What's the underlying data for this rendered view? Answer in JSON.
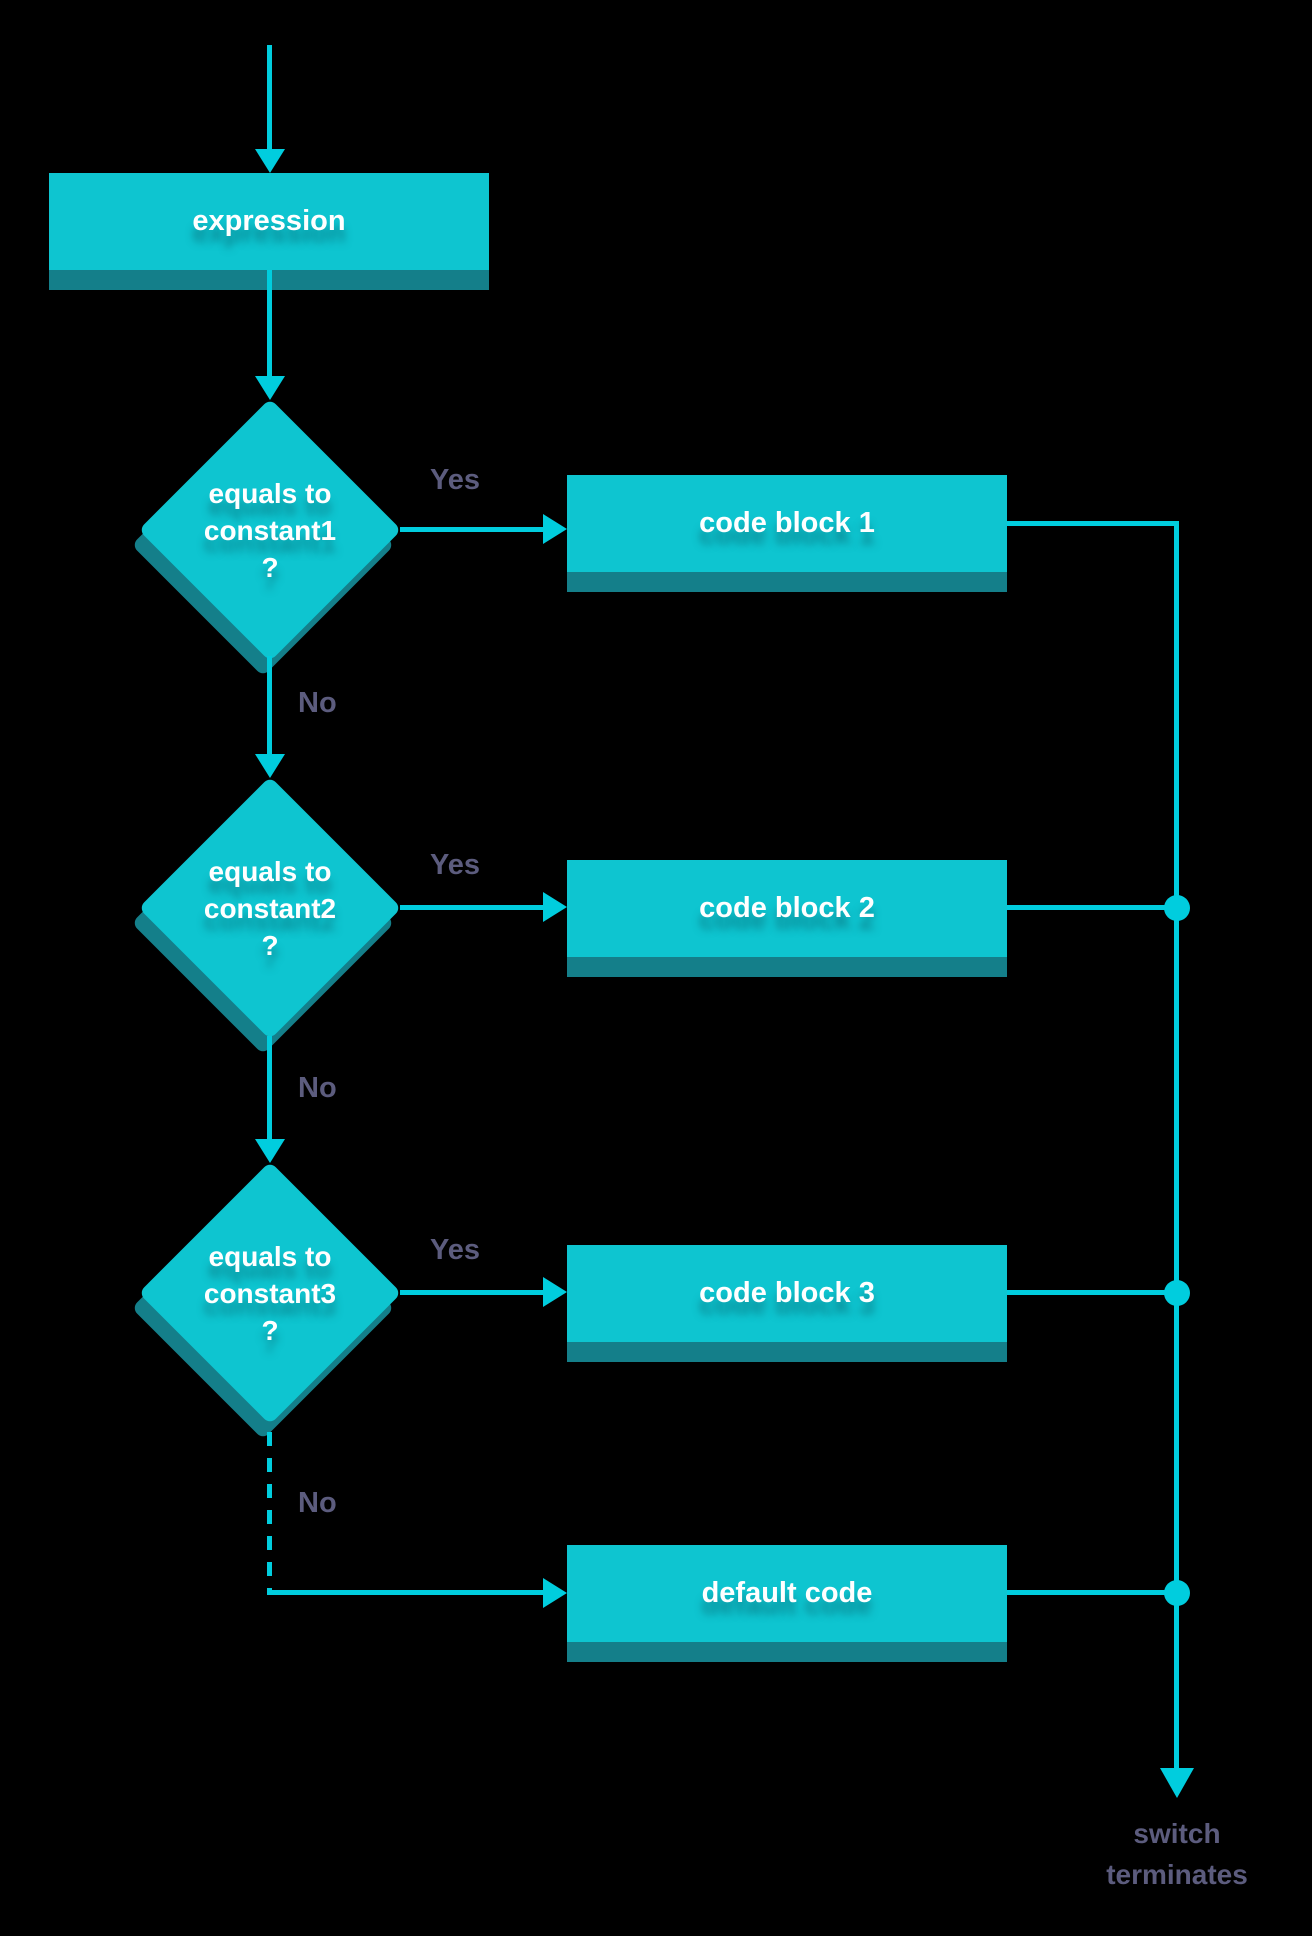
{
  "diagram": {
    "colors": {
      "background": "#000000",
      "line": "#00cdde",
      "node_fill": "#0ec5d0",
      "node_depth": "#147f8a",
      "edge_label": "#5c5c7e",
      "node_text": "#ffffff"
    },
    "start_node": {
      "label": "expression"
    },
    "decisions": [
      {
        "line1": "equals to",
        "line2": "constant1",
        "line3": "?"
      },
      {
        "line1": "equals to",
        "line2": "constant2",
        "line3": "?"
      },
      {
        "line1": "equals to",
        "line2": "constant3",
        "line3": "?"
      }
    ],
    "blocks": [
      {
        "label": "code block 1"
      },
      {
        "label": "code block 2"
      },
      {
        "label": "code block 3"
      },
      {
        "label": "default code"
      }
    ],
    "edge_labels": {
      "yes": "Yes",
      "no": "No"
    },
    "terminal": {
      "line1": "switch",
      "line2": "terminates"
    }
  }
}
